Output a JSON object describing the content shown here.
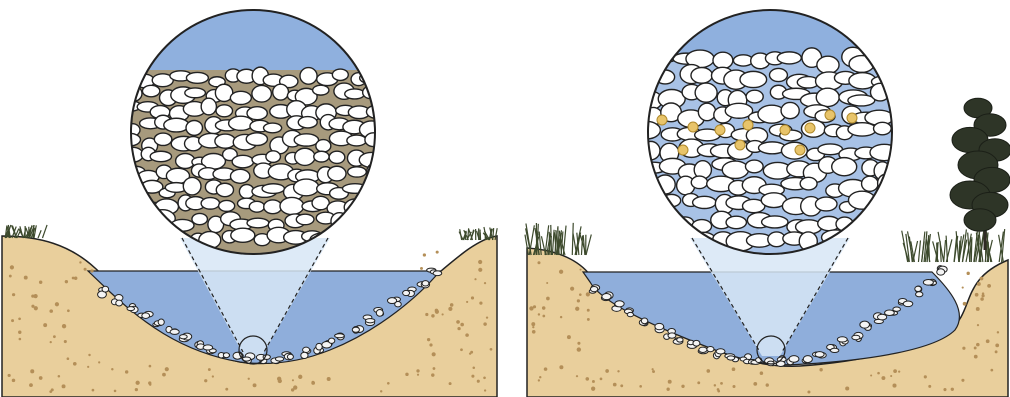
{
  "panels": [
    {
      "id": "left",
      "description_hidden": "",
      "colors": {
        "soil": "#e9cf9c",
        "soil_dot": "#b48f58",
        "water": "#8faedb",
        "water_light": "#d7e6f6",
        "sediment_fill": "#a79a7d",
        "pebble": "#ffffff",
        "outline": "#222222",
        "magnifier_water": "#8fb0de"
      },
      "sediment": "silted"
    },
    {
      "id": "right",
      "description_hidden": "",
      "colors": {
        "soil": "#e9cf9c",
        "soil_dot": "#b48f58",
        "water": "#8faedb",
        "water_light": "#d7e6f6",
        "sediment_fill": "#a8c2e6",
        "pebble": "#ffffff",
        "egg": "#e8c46a",
        "outline": "#222222",
        "magnifier_water": "#8fb0de"
      },
      "sediment": "clean"
    }
  ]
}
